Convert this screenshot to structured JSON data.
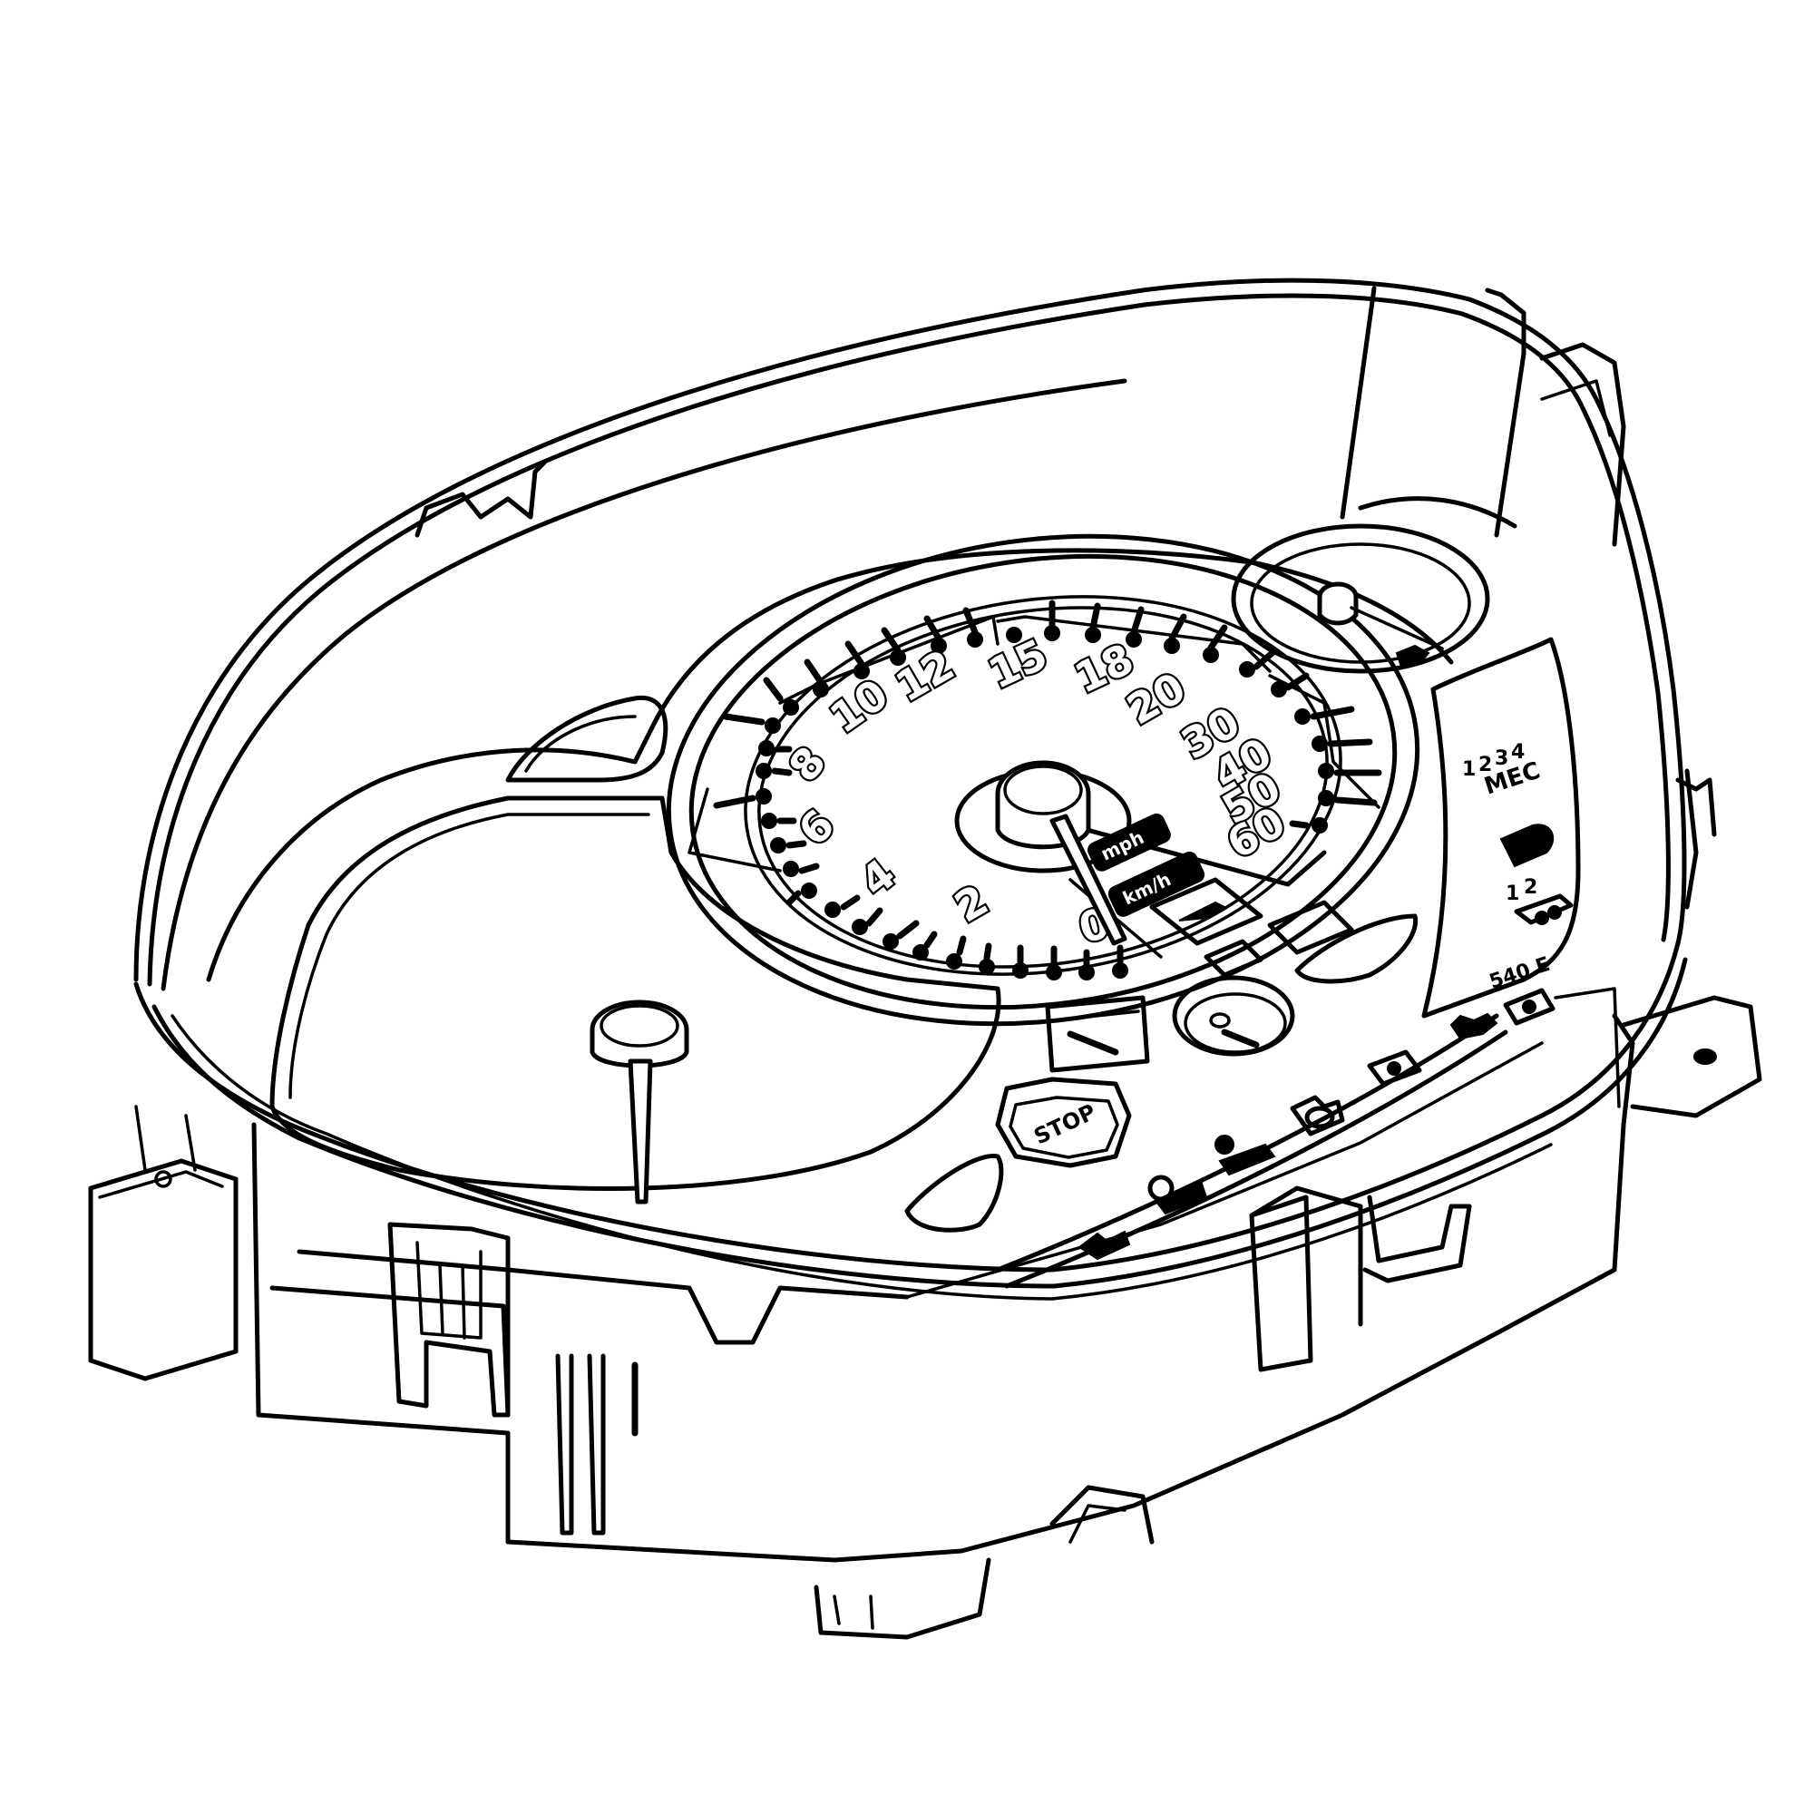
{
  "figure": {
    "subject": "Tractor instrument cluster (isometric line drawing)",
    "style": "black line art on white",
    "colors": {
      "line": "#000000",
      "background": "#ffffff"
    }
  },
  "speedometer": {
    "inner_scale_labels": [
      "0",
      "2",
      "4",
      "6",
      "8",
      "10",
      "12",
      "15",
      "18"
    ],
    "outer_scale_labels": [
      "20",
      "30",
      "40",
      "50",
      "60"
    ],
    "units": {
      "primary": "mph",
      "secondary": "km/h"
    },
    "needle_value": "0"
  },
  "side_gauge": {
    "type": "fuel gauge",
    "icon": "fuel-pump-icon"
  },
  "left_gauge": {
    "type": "large dial with needle (no labels)"
  },
  "buttons": {
    "stop_label": "STOP",
    "info_icon": "info-icon",
    "mode_icon": "slash-switch-icon"
  },
  "right_panel": {
    "gear_numbers": [
      "1",
      "2",
      "3",
      "4"
    ],
    "mec_label": "MEC",
    "headlight_icon": "headlight-icon",
    "trailer_numbers": [
      "1",
      "2"
    ],
    "trailer_icon": "trailer-icon",
    "pto_label_small": "540 E",
    "pto_icon": "gear-icon"
  },
  "indicator_row": {
    "icons": [
      "tractor-icon",
      "gear-square-icon",
      "tractor-wheel-icon",
      "seat-operator-icon",
      "parking-brake-icon",
      "tractor-lift-icon"
    ]
  },
  "speed_indicators": {
    "icons": [
      "turtle-speed-icon",
      "hare-speed-icon",
      "engine-icon"
    ]
  }
}
